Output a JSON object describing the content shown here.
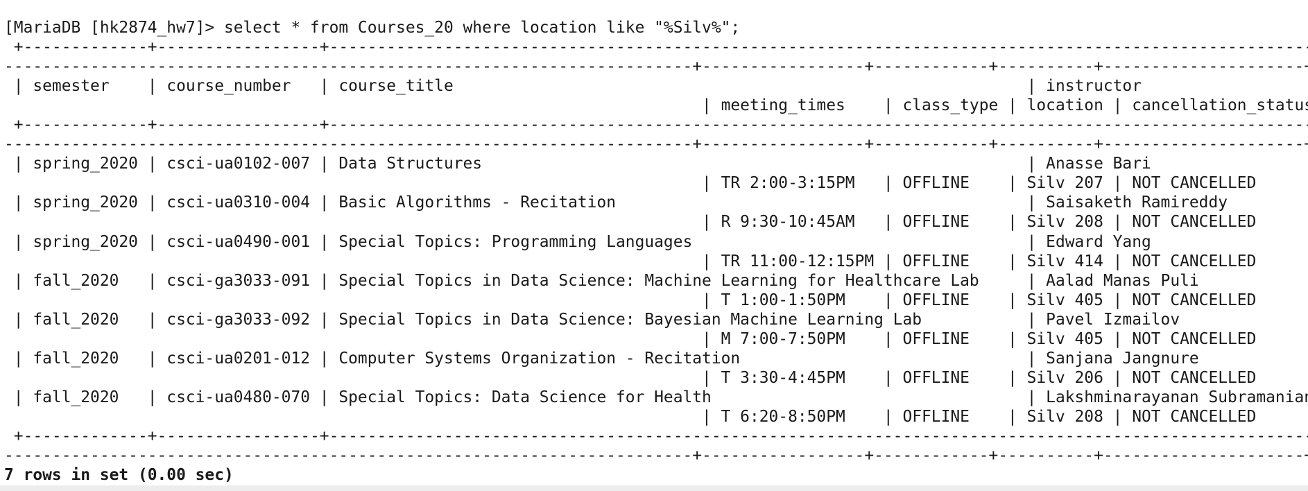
{
  "terminal": {
    "lines": [
      "[MariaDB [hk2874_hw7]> select * from Courses_20 where location like \"%Silv%\";",
      " +-------------+-----------------+--------------------------------------------------------------------------------------------------------------------------------------------",
      "------------------------------------------------------------------------+-----------------+------------+----------+---------------------+",
      " | semester    | course_number   | course_title                                                            | instructor",
      "                                                                         | meeting_times    | class_type | location | cancellation_status |",
      " +-------------+-----------------+--------------------------------------------------------------------------------------------------------------------------------------------",
      "------------------------------------------------------------------------+-----------------+------------+----------+---------------------+",
      " | spring_2020 | csci-ua0102-007 | Data Structures                                                         | Anasse Bari",
      "                                                                         | TR 2:00-3:15PM   | OFFLINE    | Silv 207 | NOT CANCELLED       |",
      " | spring_2020 | csci-ua0310-004 | Basic Algorithms - Recitation                                           | Saisaketh Ramireddy",
      "                                                                         | R 9:30-10:45AM   | OFFLINE    | Silv 208 | NOT CANCELLED       |",
      " | spring_2020 | csci-ua0490-001 | Special Topics: Programming Languages                                   | Edward Yang",
      "                                                                         | TR 11:00-12:15PM | OFFLINE    | Silv 414 | NOT CANCELLED       |",
      " | fall_2020   | csci-ga3033-091 | Special Topics in Data Science: Machine Learning for Healthcare Lab     | Aalad Manas Puli",
      "                                                                         | T 1:00-1:50PM    | OFFLINE    | Silv 405 | NOT CANCELLED       |",
      " | fall_2020   | csci-ga3033-092 | Special Topics in Data Science: Bayesian Machine Learning Lab           | Pavel Izmailov",
      "                                                                         | M 7:00-7:50PM    | OFFLINE    | Silv 405 | NOT CANCELLED       |",
      " | fall_2020   | csci-ua0201-012 | Computer Systems Organization - Recitation                              | Sanjana Jangnure",
      "                                                                         | T 3:30-4:45PM    | OFFLINE    | Silv 206 | NOT CANCELLED       |",
      " | fall_2020   | csci-ua0480-070 | Special Topics: Data Science for Health                                 | Lakshminarayanan Subramanian",
      "                                                                         | T 6:20-8:50PM    | OFFLINE    | Silv 208 | NOT CANCELLED       |",
      " +-------------+-----------------+--------------------------------------------------------------------------------------------------------------------------------------------",
      "------------------------------------------------------------------------+-----------------+------------+----------+---------------------+"
    ],
    "summary": "7 rows in set (0.00 sec)"
  }
}
